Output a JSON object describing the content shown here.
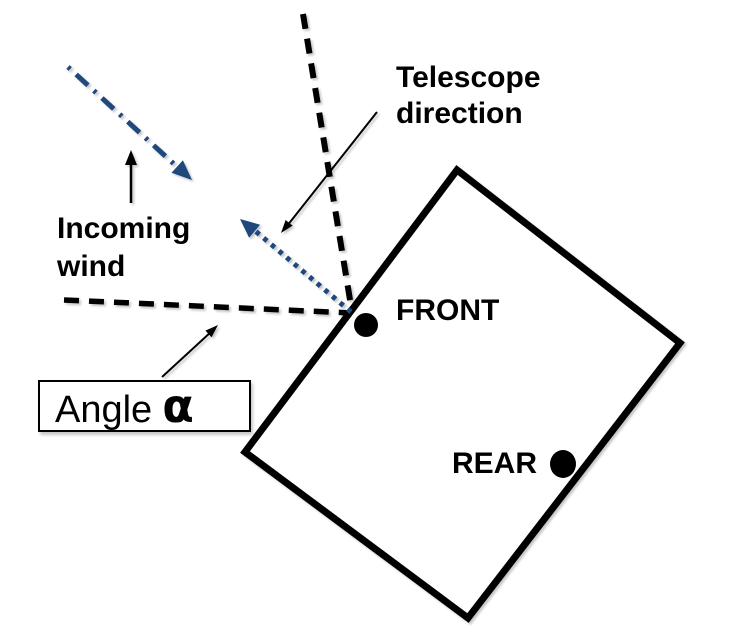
{
  "diagram": {
    "type": "orientation-schematic",
    "labels": {
      "telescope_direction": "Telescope\ndirection",
      "incoming_wind": "Incoming\nwind",
      "front": "FRONT",
      "rear": "REAR",
      "angle_word": "Angle",
      "angle_symbol": "α"
    },
    "colors": {
      "ink": "#000000",
      "accent_blue": "#1F497D",
      "background": "#FFFFFF"
    },
    "icons": {
      "wind_arrow": "dash-dot-arrow-down-right",
      "telescope_arrow": "dotted-arrow-up-left",
      "wind_label_pointer": "thin-arrow-up",
      "telescope_label_pointer": "thin-arrow-down-left",
      "angle_label_pointer": "thin-arrow-up-right",
      "front_marker": "filled-dot",
      "rear_marker": "filled-dot"
    }
  }
}
